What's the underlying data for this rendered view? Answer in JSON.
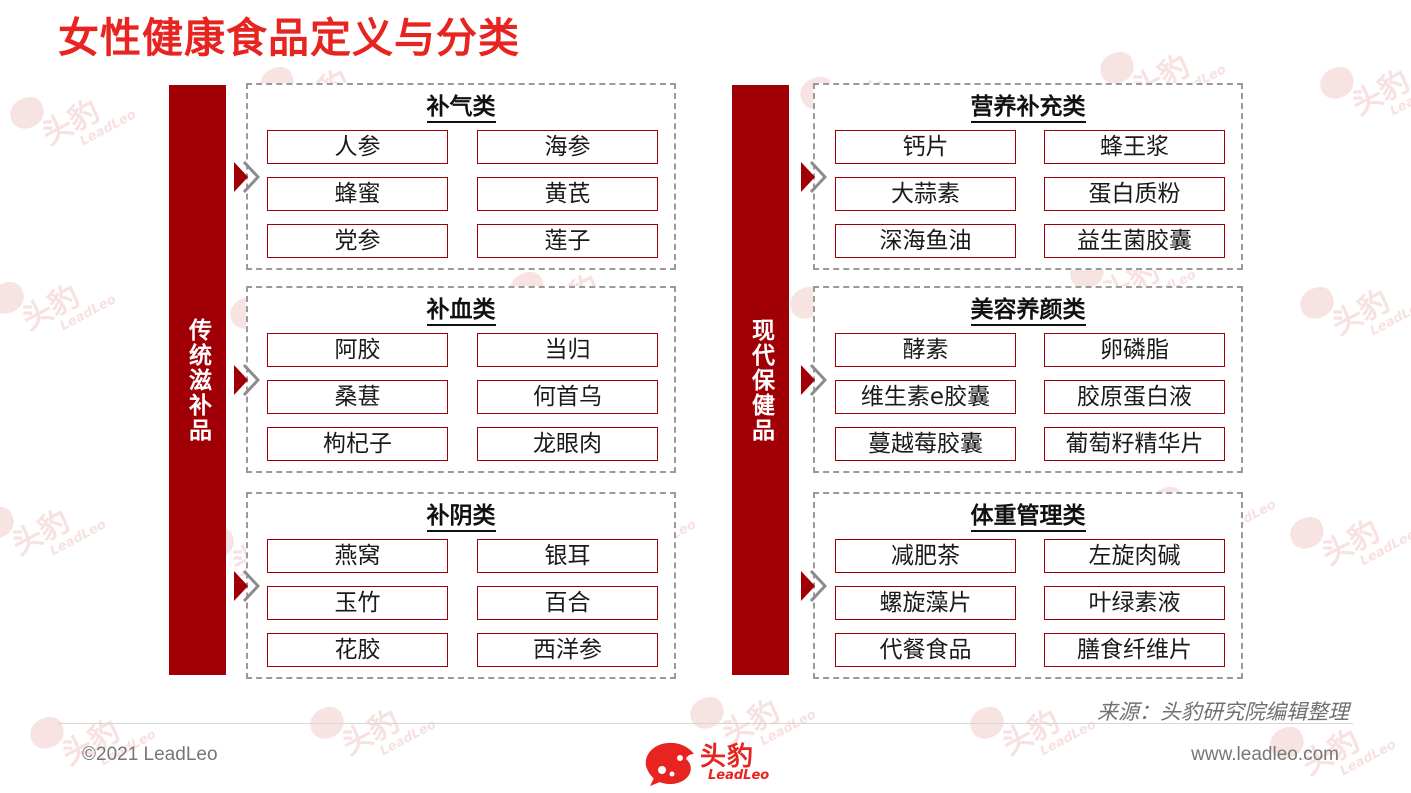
{
  "title": "女性健康食品定义与分类",
  "watermark": {
    "brand_cn": "头豹",
    "brand_en": "LeadLeo"
  },
  "left_column": {
    "label": "传统滋补品",
    "groups": [
      {
        "title": "补气类",
        "items": [
          "人参",
          "海参",
          "蜂蜜",
          "黄芪",
          "党参",
          "莲子"
        ]
      },
      {
        "title": "补血类",
        "items": [
          "阿胶",
          "当归",
          "桑葚",
          "何首乌",
          "枸杞子",
          "龙眼肉"
        ]
      },
      {
        "title": "补阴类",
        "items": [
          "燕窝",
          "银耳",
          "玉竹",
          "百合",
          "花胶",
          "西洋参"
        ]
      }
    ]
  },
  "right_column": {
    "label": "现代保健品",
    "groups": [
      {
        "title": "营养补充类",
        "items": [
          "钙片",
          "蜂王浆",
          "大蒜素",
          "蛋白质粉",
          "深海鱼油",
          "益生菌胶囊"
        ]
      },
      {
        "title": "美容养颜类",
        "items": [
          "酵素",
          "卵磷脂",
          "维生素e胶囊",
          "胶原蛋白液",
          "蔓越莓胶囊",
          "葡萄籽精华片"
        ]
      },
      {
        "title": "体重管理类",
        "items": [
          "减肥茶",
          "左旋肉碱",
          "螺旋藻片",
          "叶绿素液",
          "代餐食品",
          "膳食纤维片"
        ]
      }
    ]
  },
  "source": "来源：头豹研究院编辑整理",
  "footer": {
    "copyright": "©2021 LeadLeo",
    "website": "www.leadleo.com",
    "logo_cn": "头豹",
    "logo_en": "LeadLeo"
  },
  "colors": {
    "title_red": "#e7241f",
    "bar_red": "#a00005",
    "cell_border": "#a00005",
    "dash_gray": "#9a9a9a"
  }
}
